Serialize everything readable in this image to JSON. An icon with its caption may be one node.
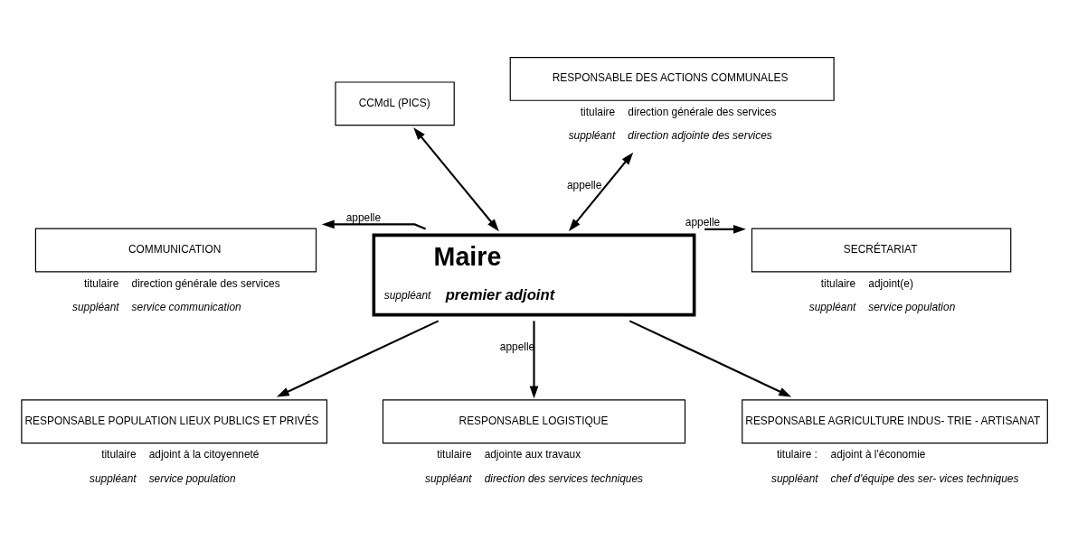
{
  "diagram": {
    "nodes": [
      {
        "text": [
          "RESPONSABLE DES ACTIONS COMMUNALES"
        ],
        "beside": [
          "titulaire",
          "direction générale des services",
          "suppléant",
          "direction adjointe des services"
        ]
      },
      {
        "text": [
          "CCMdL (PICS)"
        ]
      },
      {
        "text": [
          "COMMUNICATION"
        ],
        "beside": [
          "titulaire",
          "direction générale des services",
          "suppléant",
          "service communication"
        ]
      },
      {
        "text": [
          "Maire",
          "suppléant",
          "premier adjoint"
        ]
      },
      {
        "text": [
          "SECRÉTARIAT"
        ],
        "beside": [
          "titulaire",
          "adjoint(e)",
          "suppléant",
          "service population"
        ]
      },
      {
        "text": [
          "RESPONSABLE POPULATION LIEUX PUBLICS ET PRIVÉS"
        ],
        "beside": [
          "titulaire",
          "adjoint à la citoyenneté",
          "suppléant",
          "service population"
        ]
      },
      {
        "text": [
          "RESPONSABLE LOGISTIQUE"
        ],
        "beside": [
          "titulaire",
          "adjointe aux travaux",
          "suppléant",
          "direction des services techniques"
        ]
      },
      {
        "text": [
          "RESPONSABLE AGRICULTURE INDUS- TRIE - ARTISANAT"
        ],
        "beside": [
          "titulaire :",
          "adjoint à l'économie",
          "suppléant",
          "chef d'équipe des ser- vices techniques"
        ]
      }
    ],
    "edges": [
      {
        "from": 3,
        "to": 0,
        "arrow": "both",
        "label": "appelle"
      },
      {
        "from": 3,
        "to": 1,
        "arrow": "both"
      },
      {
        "from": 3,
        "to": 2,
        "arrow": "to",
        "label": "appelle"
      },
      {
        "from": 3,
        "to": 4,
        "arrow": "to",
        "label": "appelle"
      },
      {
        "from": 3,
        "to": 5,
        "arrow": "to"
      },
      {
        "from": 3,
        "to": 6,
        "arrow": "to",
        "label": "appelle"
      },
      {
        "from": 3,
        "to": 7,
        "arrow": "to"
      }
    ]
  }
}
